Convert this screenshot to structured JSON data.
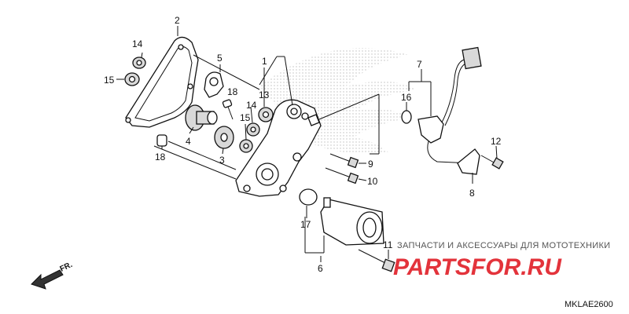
{
  "callouts": {
    "c1": "1",
    "c2": "2",
    "c3": "3",
    "c4": "4",
    "c5": "5",
    "c6": "6",
    "c7": "7",
    "c8": "8",
    "c9": "9",
    "c10": "10",
    "c11": "11",
    "c12": "12",
    "c13": "13",
    "c14a": "14",
    "c14b": "14",
    "c15a": "15",
    "c15b": "15",
    "c16": "16",
    "c17": "17",
    "c18a": "18",
    "c18b": "18"
  },
  "direction_label": "FR.",
  "diagram_code": "MKLAE2600",
  "watermark": {
    "tagline": "ЗАПЧАСТИ И АКСЕССУАРЫ ДЛЯ МОТОТЕХНИКИ",
    "brand": "PARTSFOR.RU"
  }
}
